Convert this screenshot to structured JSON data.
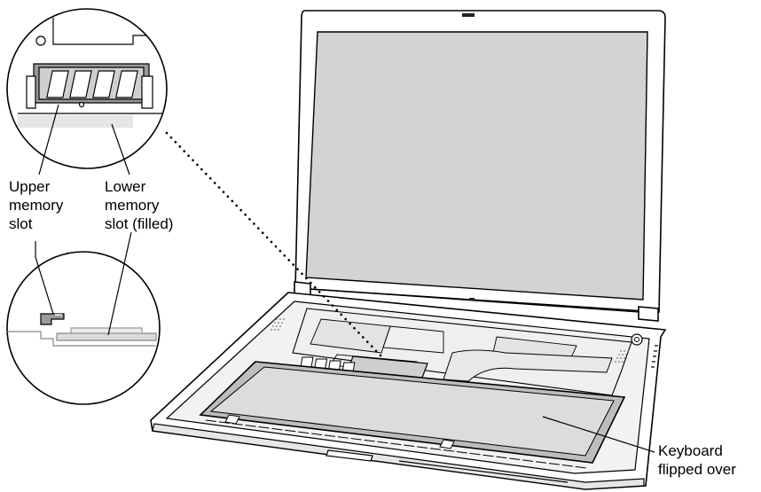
{
  "callouts": {
    "upper_memory_slot": [
      "Upper",
      "memory",
      "slot"
    ],
    "lower_memory_slot": [
      "Lower",
      "memory",
      "slot (filled)"
    ],
    "keyboard": [
      "Keyboard",
      "flipped over"
    ]
  },
  "colors": {
    "line": "#000000",
    "screen": "#d3d3d3",
    "fill_light": "#e6e6e6",
    "fill_mid": "#cfcfcf",
    "fill_dark": "#9a9a9a"
  }
}
